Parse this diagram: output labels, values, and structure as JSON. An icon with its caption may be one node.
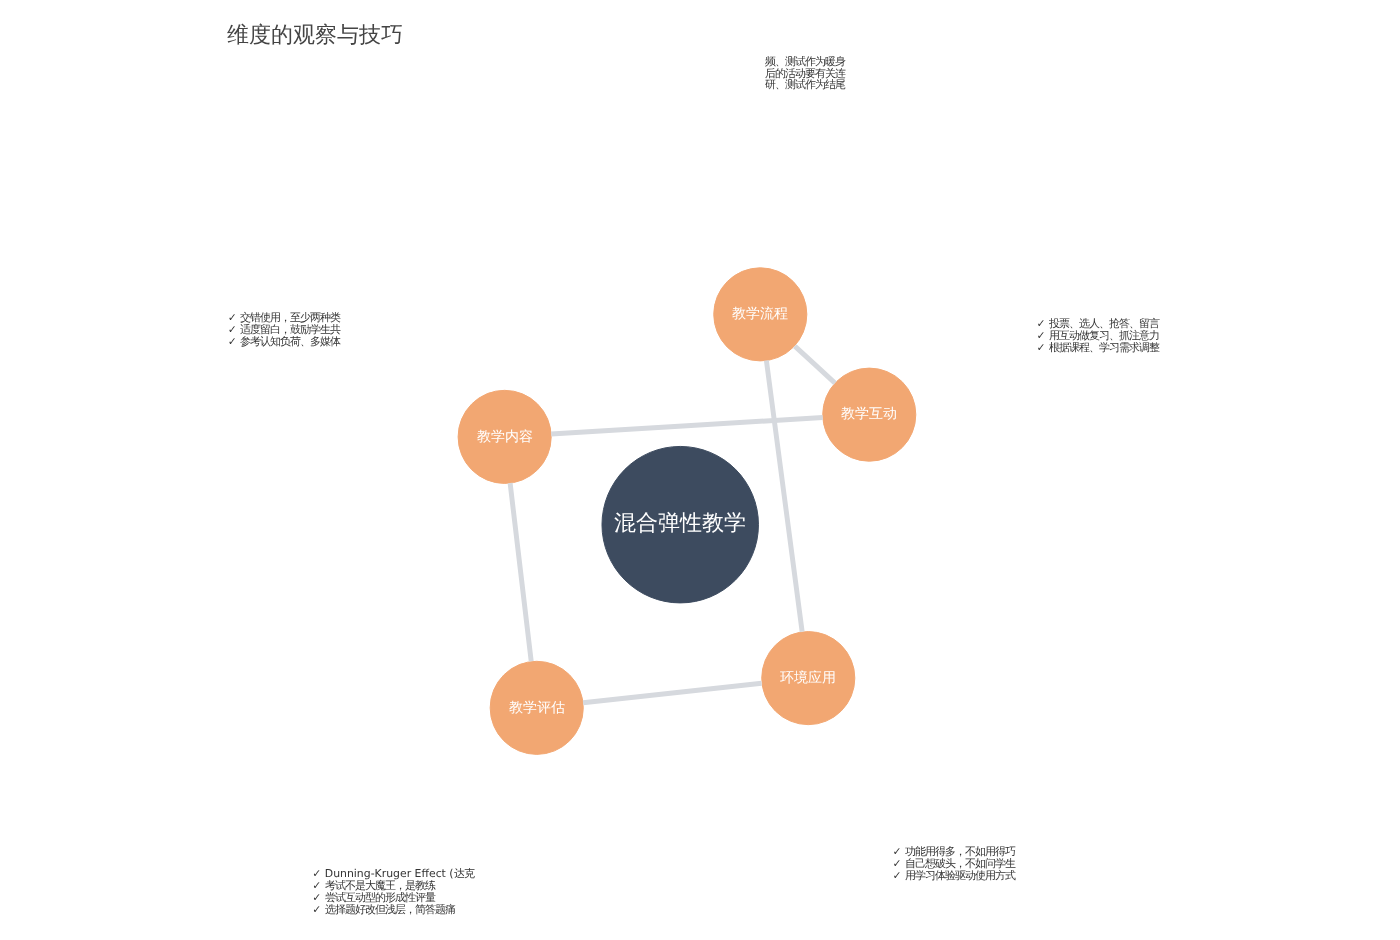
{
  "diagram": {
    "title": "维度的观察与技巧",
    "nodes": [
      {
        "text": [
          "混合弹性教学"
        ]
      },
      {
        "text": [
          "教学互动"
        ],
        "beside": [
          "✓ 投票、选人、抢答、留言",
          "✓ 用互动做复习、抓注意力",
          "✓ 根据课程、学习需求调整"
        ]
      },
      {
        "text": [
          "教学流程"
        ],
        "beside": [
          "频、测试作为暖身",
          "后的活动要有关连",
          "研、测试作为结尾"
        ]
      },
      {
        "text": [
          "教学内容"
        ],
        "beside": [
          "✓ 交错使用，至少两种类",
          "✓ 适度留白，鼓励学生共",
          "✓ 参考认知负荷、多媒体"
        ]
      },
      {
        "text": [
          "环境应用"
        ],
        "beside": [
          "✓ 功能用得多，不如用得巧",
          "✓ 自己想破头，不如问学生",
          "✓ 用学习体验驱动使用方式"
        ]
      },
      {
        "text": [
          "教学评估"
        ],
        "beside": [
          "✓ Dunning-Kruger Effect (达克",
          "✓ 考试不是大魔王，是教练",
          "✓ 尝试互动型的形成性评量",
          "✓ 选择题好改但浅层，简答题痛"
        ]
      }
    ],
    "edges": [
      {
        "from": 1,
        "to": 3,
        "arrow": "none"
      },
      {
        "from": 3,
        "to": 5,
        "arrow": "none"
      },
      {
        "from": 5,
        "to": 4,
        "arrow": "none"
      },
      {
        "from": 4,
        "to": 2,
        "arrow": "none"
      },
      {
        "from": 2,
        "to": 1,
        "arrow": "none"
      }
    ]
  }
}
